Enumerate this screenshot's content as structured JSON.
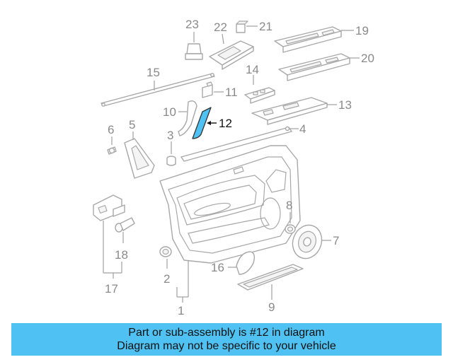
{
  "diagram": {
    "highlight_color": "#4fc1f2",
    "highlighted_part": "12",
    "callouts": [
      "1",
      "2",
      "3",
      "4",
      "5",
      "6",
      "7",
      "8",
      "9",
      "10",
      "11",
      "12",
      "13",
      "14",
      "15",
      "16",
      "17",
      "18",
      "19",
      "20",
      "21",
      "22",
      "23"
    ]
  },
  "banner": {
    "line1": "Part or sub-assembly is #12 in diagram",
    "line2": "Diagram may not be specific to your vehicle",
    "background": "#4fc1f2"
  }
}
